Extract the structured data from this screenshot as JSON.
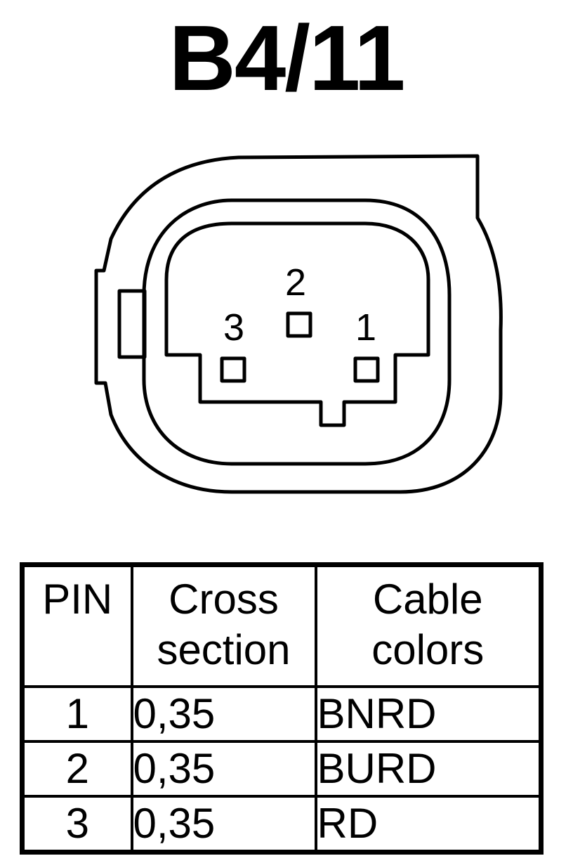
{
  "title": "B4/11",
  "connector": {
    "pin_labels": [
      "1",
      "2",
      "3"
    ]
  },
  "table": {
    "headers": {
      "pin": "PIN",
      "cross_line1": "Cross",
      "cross_line2": "section",
      "color_line1": "Cable",
      "color_line2": "colors"
    },
    "rows": [
      {
        "pin": "1",
        "cross_section": "0,35",
        "color": "BNRD"
      },
      {
        "pin": "2",
        "cross_section": "0,35",
        "color": "BURD"
      },
      {
        "pin": "3",
        "cross_section": "0,35",
        "color": "RD"
      }
    ]
  }
}
